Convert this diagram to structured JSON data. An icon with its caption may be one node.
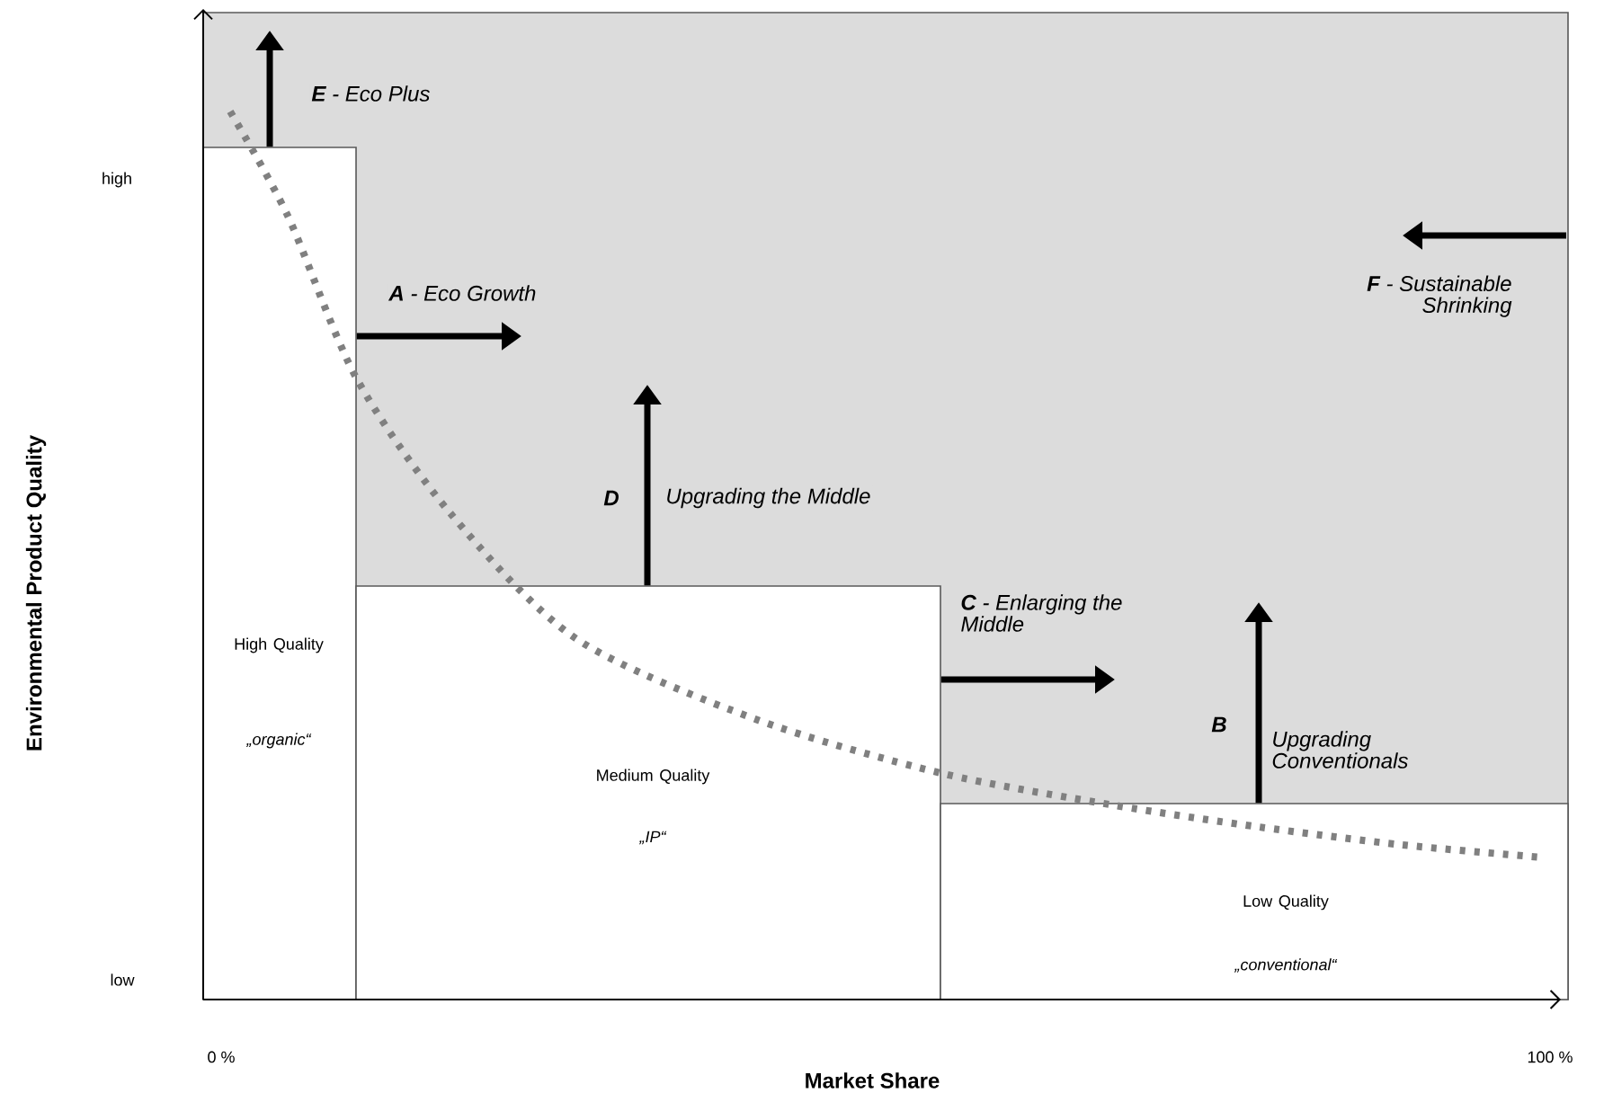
{
  "diagram": {
    "nodes": [
      {
        "text": [
          "High Quality",
          "„organic“"
        ]
      },
      {
        "text": [
          "Medium Quality",
          "„IP“"
        ]
      },
      {
        "text": [
          "Low Quality",
          "„conventional“"
        ]
      }
    ],
    "edges": [
      {
        "from": 0,
        "to": null,
        "arrow": "to",
        "label": "**E** - Eco Plus"
      },
      {
        "from": 0,
        "to": null,
        "arrow": "to",
        "label": "**A** - Eco Growth"
      },
      {
        "from": 1,
        "to": null,
        "arrow": "to",
        "label": "Upgrading the Middle"
      },
      {
        "from": 1,
        "to": null,
        "arrow": "to",
        "label": "**C** - Enlarging the Middle"
      },
      {
        "from": 2,
        "to": null,
        "arrow": "to",
        "label": "Upgrading Conventionals"
      }
    ],
    "labels": [
      "high",
      "Environmental Product Quality",
      "D",
      "**F** - Sustainable Shrinking",
      "B",
      "low",
      "0 %",
      "100 %",
      "Market Share"
    ]
  }
}
